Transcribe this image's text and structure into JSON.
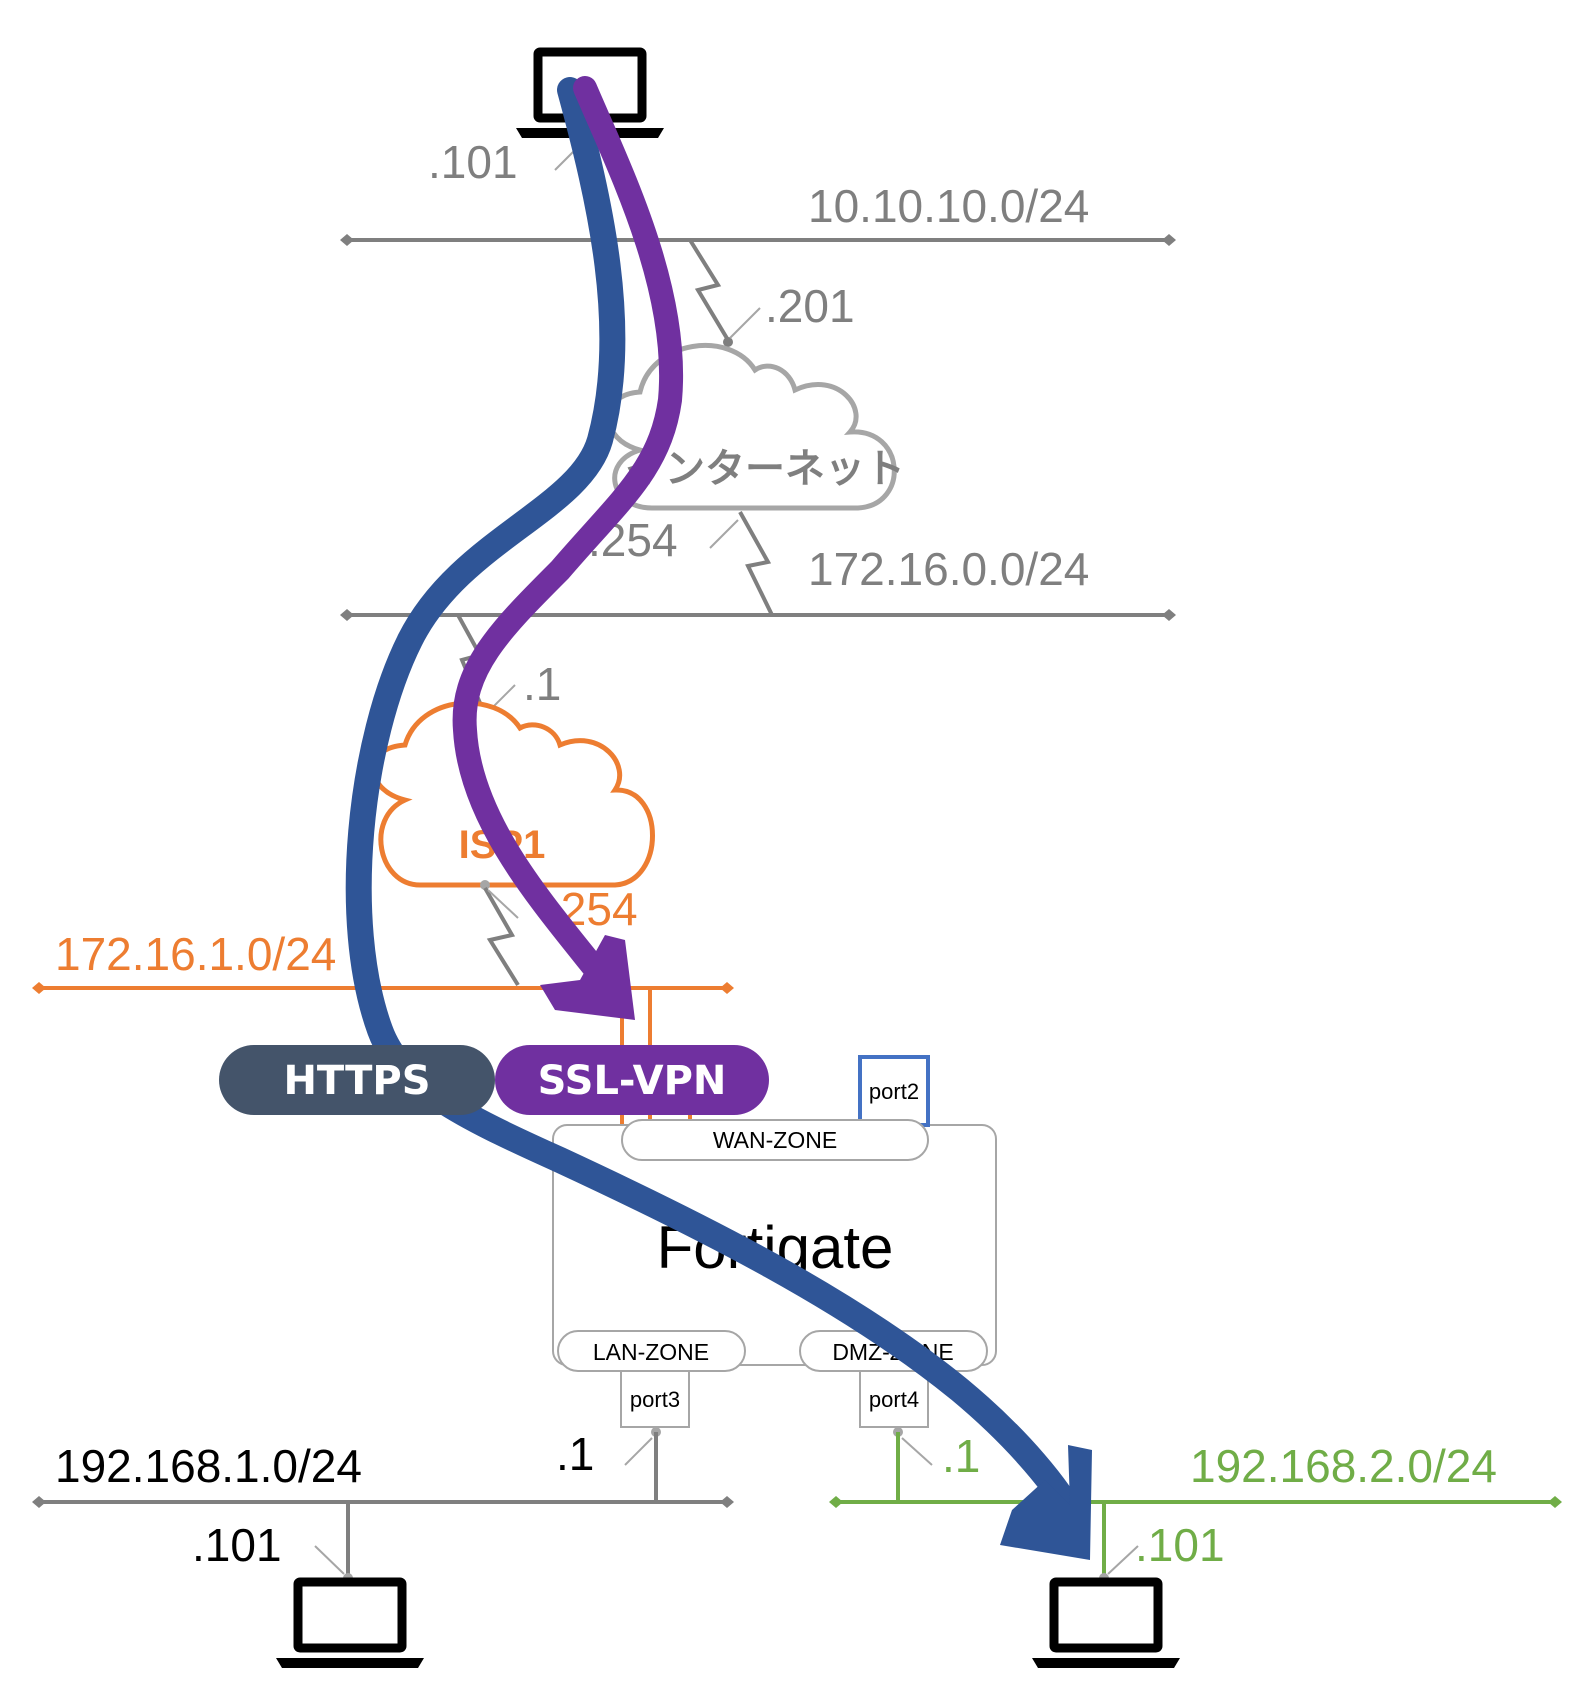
{
  "colors": {
    "gray": "#7f7f7f",
    "light_gray": "#a6a6a6",
    "orange": "#ed7d31",
    "green": "#70ad47",
    "blue_port": "#4472c4",
    "https_pill": "#44546a",
    "https_arrow": "#2f5597",
    "sslvpn": "#7030a0",
    "black": "#000000"
  },
  "top_host": {
    "icon": "laptop-icon",
    "ip": ".101"
  },
  "net_10": {
    "subnet": "10.10.10.0/24",
    "gw_ip": ".201"
  },
  "internet": {
    "label": "インターネット",
    "ip": ".254"
  },
  "net_172_16_0": {
    "subnet": "172.16.0.0/24",
    "isp_ip": ".1"
  },
  "isp1": {
    "label": "ISP1",
    "ip": ".254"
  },
  "net_172_16_1": {
    "subnet": "172.16.1.0/24"
  },
  "flows": {
    "https": "HTTPS",
    "sslvpn": "SSL-VPN"
  },
  "fortigate": {
    "name": "Fortigate",
    "wan_zone": "WAN-ZONE",
    "lan_zone": "LAN-ZONE",
    "dmz_zone": "DMZ-ZONE",
    "port2": "port2",
    "port3": "port3",
    "port4": "port4"
  },
  "lan": {
    "subnet": "192.168.1.0/24",
    "gw_ip": ".1",
    "host_ip": ".101"
  },
  "dmz": {
    "subnet": "192.168.2.0/24",
    "gw_ip": ".1",
    "host_ip": ".101"
  }
}
